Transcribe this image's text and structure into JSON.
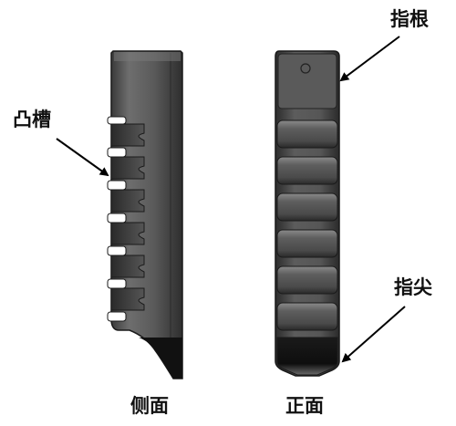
{
  "figure": {
    "labels": {
      "groove": "凸槽",
      "finger_root": "指根",
      "fingertip": "指尖"
    },
    "captions": {
      "side_view": "侧面",
      "front_view": "正面"
    }
  }
}
